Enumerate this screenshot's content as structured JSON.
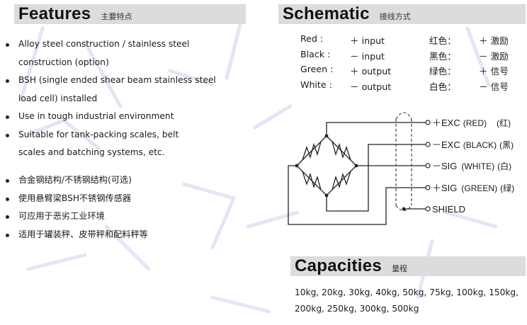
{
  "features": {
    "title": "Features",
    "subtitle": "主要特点",
    "items_en": [
      {
        "line1": "Alloy steel construction / stainless steel",
        "line2": "construction (option)"
      },
      {
        "line1": "BSH (single ended shear beam stainless steel",
        "line2": "load cell)  installed"
      },
      {
        "line1": "Use in tough industrial environment",
        "line2": ""
      },
      {
        "line1": "Suitable for tank-packing scales, belt",
        "line2": "scales and batching systems, etc."
      }
    ],
    "items_cn": [
      "合金钢结构/不锈钢结构(可选)",
      "使用悬臂梁BSH不锈钢传感器",
      "可应用于恶劣工业环境",
      "适用于罐装秤、皮带秤和配料秤等"
    ]
  },
  "schematic": {
    "title": "Schematic",
    "subtitle": "接线方式",
    "wires": [
      {
        "color_en": "Red :",
        "signal_en": "＋ input",
        "color_cn": "红色：",
        "signal_cn": "＋ 激励"
      },
      {
        "color_en": "Black :",
        "signal_en": "－ input",
        "color_cn": "黑色：",
        "signal_cn": "－ 激励"
      },
      {
        "color_en": "Green :",
        "signal_en": "＋ output",
        "color_cn": "绿色：",
        "signal_cn": "＋ 信号"
      },
      {
        "color_en": "White :",
        "signal_en": "－ output",
        "color_cn": "白色：",
        "signal_cn": "－ 信号"
      }
    ],
    "terminals": [
      {
        "sign": "＋",
        "name": "EXC",
        "color": "(RED)",
        "cn": "(红)"
      },
      {
        "sign": "－",
        "name": "EXC",
        "color": "(BLACK)",
        "cn": "(黑)"
      },
      {
        "sign": "－",
        "name": "SIG",
        "color": "(WHITE)",
        "cn": "(白)"
      },
      {
        "sign": "＋",
        "name": "SIG",
        "color": "(GREEN)",
        "cn": "(绿)"
      }
    ],
    "shield_label": "SHIELD"
  },
  "capacities": {
    "title": "Capacities",
    "subtitle": "量程",
    "line1": "10kg, 20kg, 30kg, 40kg, 50kg, 75kg, 100kg, 150kg,",
    "line2": "200kg, 250kg, 300kg, 500kg"
  },
  "colors": {
    "header_bg": "#dcdcdc",
    "text": "#1a1a1a",
    "watermark": "#c9c9ee"
  }
}
